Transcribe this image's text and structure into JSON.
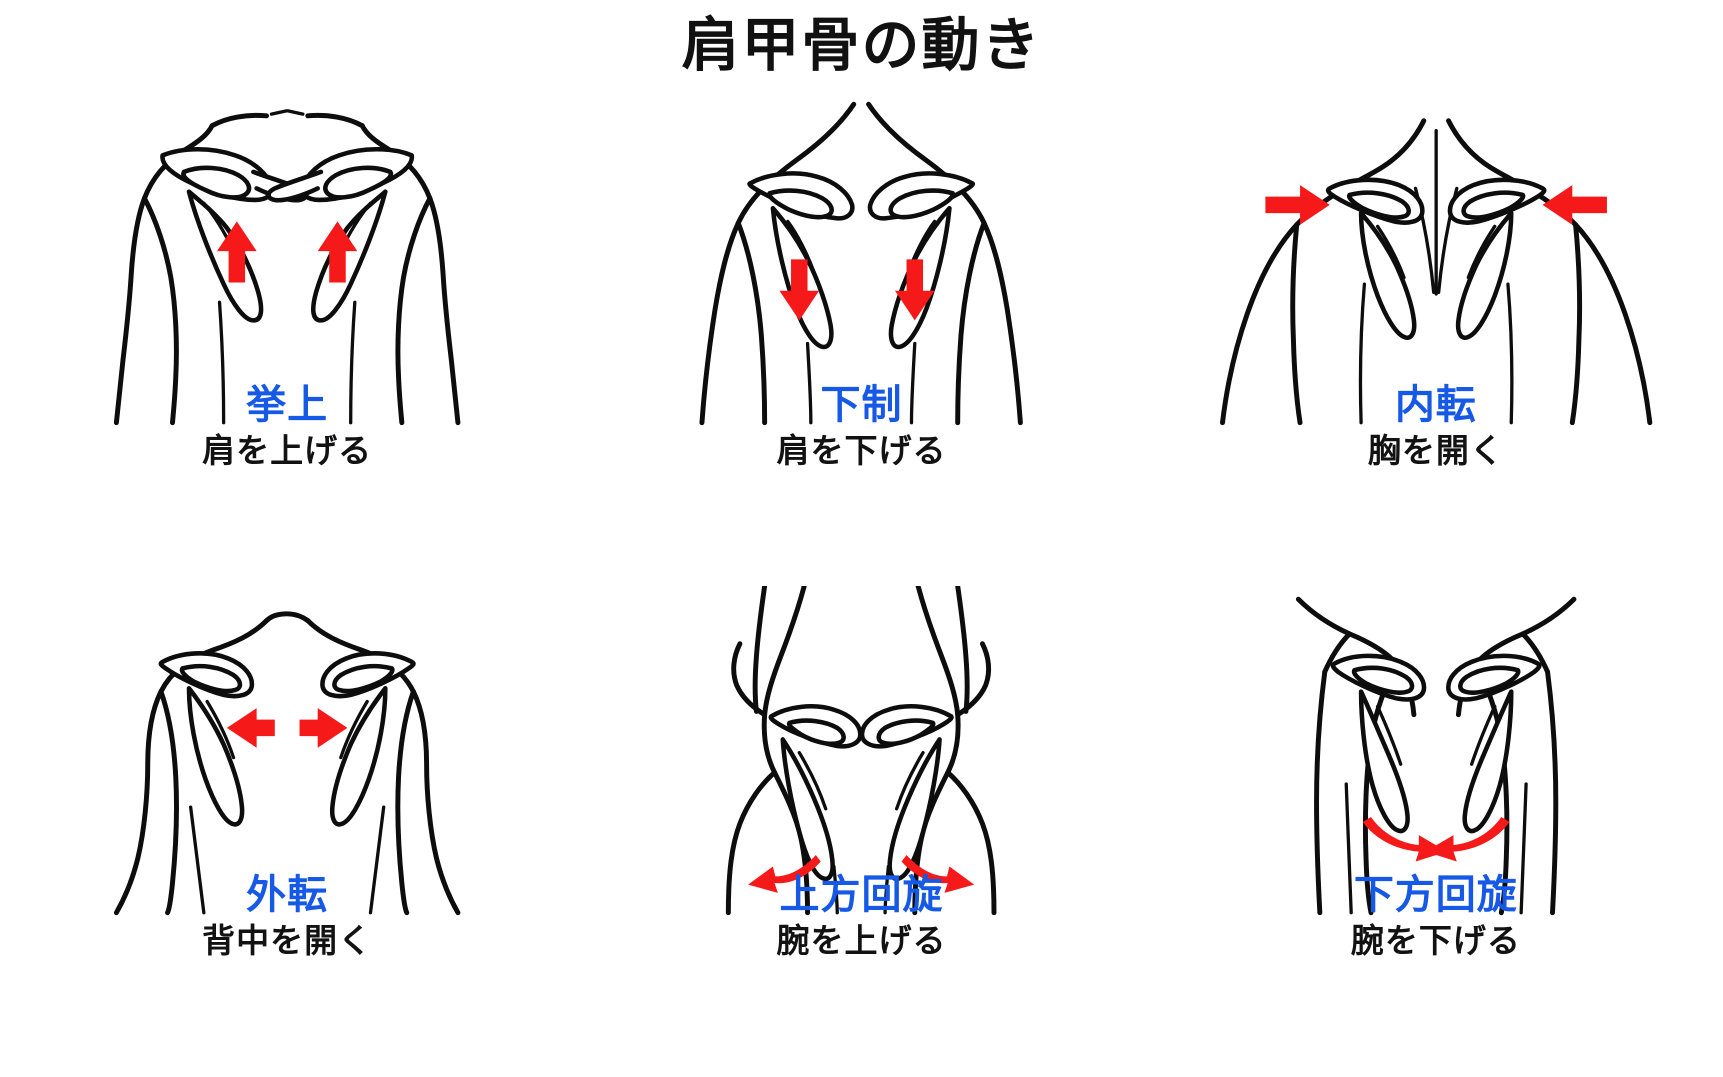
{
  "title": "肩甲骨の動き",
  "accent_color": "#1559e6",
  "arrow_color": "#f51919",
  "text_color": "#121212",
  "panels": [
    {
      "id": "elevation",
      "label": "挙上",
      "sublabel": "肩を上げる",
      "arrow_direction": "up",
      "arrow_count": 2
    },
    {
      "id": "depression",
      "label": "下制",
      "sublabel": "肩を下げる",
      "arrow_direction": "down",
      "arrow_count": 2
    },
    {
      "id": "adduction",
      "label": "内転",
      "sublabel": "胸を開く",
      "arrow_direction": "inward",
      "arrow_count": 2
    },
    {
      "id": "abduction",
      "label": "外転",
      "sublabel": "背中を開く",
      "arrow_direction": "outward",
      "arrow_count": 2
    },
    {
      "id": "upward-rotation",
      "label": "上方回旋",
      "sublabel": "腕を上げる",
      "arrow_direction": "curved-up",
      "arrow_count": 2
    },
    {
      "id": "downward-rotation",
      "label": "下方回旋",
      "sublabel": "腕を下げる",
      "arrow_direction": "curved-down",
      "arrow_count": 2
    }
  ]
}
